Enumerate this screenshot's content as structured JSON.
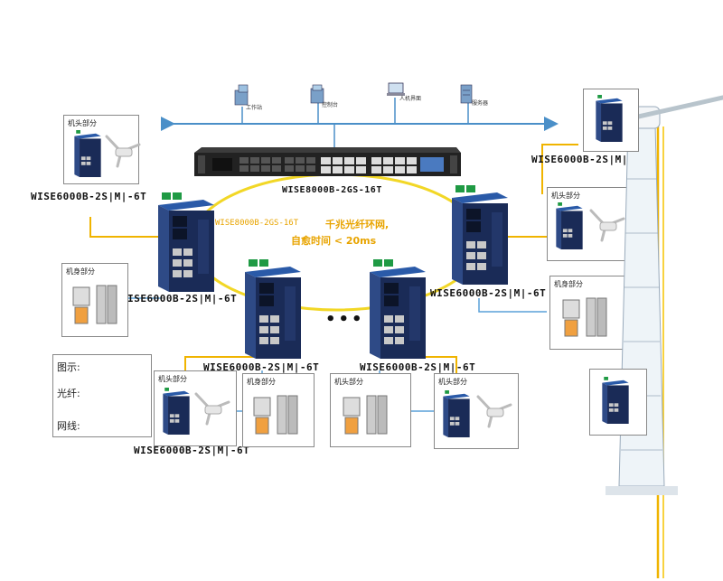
{
  "network": {
    "workstation_label": "工作站",
    "console_label": "控制台",
    "hmi_label": "人机界面",
    "server_label": "服务器"
  },
  "core_switch": {
    "model": "WISE8000B-2GS-16T"
  },
  "ring": {
    "title": "WISE8000B-2GS-16T",
    "line1": "千兆光纤环网,",
    "line2": "自愈时间 < 20ms"
  },
  "switch_model": "WISE6000B-2S|M|-6T",
  "panels": {
    "nacelle": "机头部分",
    "tower": "机身部分"
  },
  "legend": {
    "title": "图示:",
    "fiber": "光纤:",
    "cable": "网线:"
  },
  "ellipsis": "•••",
  "colors": {
    "fiber": "#f0b400",
    "cable": "#5aa0d8",
    "switch_body": "#1a2b57",
    "switch_top": "#2a5aa8",
    "terminal": "#1f9a44"
  }
}
